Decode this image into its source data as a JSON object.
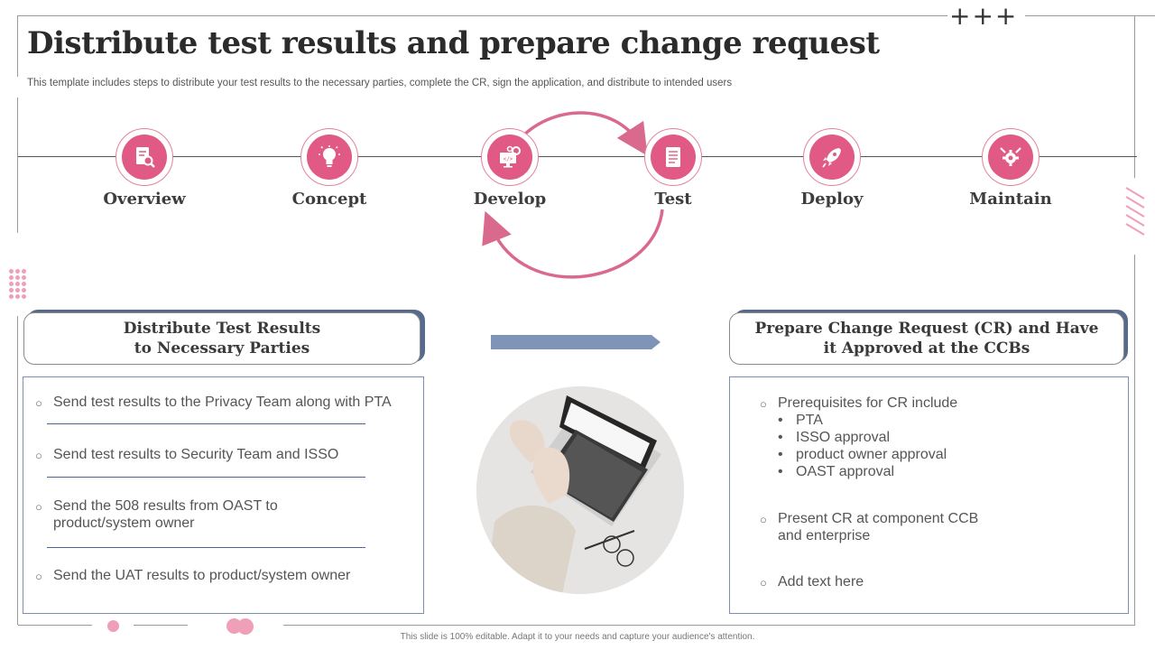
{
  "header": {
    "title": "Distribute test results and prepare change request",
    "subtitle": "This template includes steps to  distribute your test results  to the  necessary parties, complete the CR, sign the application, and distribute to intended users",
    "corner_marks": "+++"
  },
  "colors": {
    "accent": "#e05a85",
    "accent_light": "#ef9fb7",
    "navy": "#566a8e",
    "arrow": "#7e94b8"
  },
  "timeline": {
    "steps": [
      {
        "label": "Overview",
        "icon": "document-search-icon"
      },
      {
        "label": "Concept",
        "icon": "lightbulb-icon"
      },
      {
        "label": "Develop",
        "icon": "monitor-gears-icon"
      },
      {
        "label": "Test",
        "icon": "document-icon"
      },
      {
        "label": "Deploy",
        "icon": "rocket-icon"
      },
      {
        "label": "Maintain",
        "icon": "tools-gear-icon"
      }
    ]
  },
  "left_card": {
    "title_line1": "Distribute Test Results",
    "title_line2": "to Necessary Parties",
    "items": [
      {
        "line1": "Send test results to the Privacy Team along with PTA"
      },
      {
        "line1": "Send test results to Security Team and ISSO"
      },
      {
        "line1": "Send the 508 results from OAST to",
        "line2": "product/system  owner"
      },
      {
        "line1": "Send the UAT results to product/system  owner"
      }
    ]
  },
  "right_card": {
    "title_line1": "Prepare Change Request (CR) and Have",
    "title_line2": "it Approved at the CCBs",
    "item1": {
      "text": "Prerequisites for CR include",
      "sub": [
        "PTA",
        "ISSO approval",
        "product owner approval",
        "OAST approval"
      ]
    },
    "item2": {
      "line1": "Present CR at component CCB",
      "line2": "and enterprise"
    },
    "item3": {
      "text": "Add text here"
    }
  },
  "footer": {
    "text": "This slide is 100% editable.  Adapt it to your needs and capture your audience's attention."
  }
}
